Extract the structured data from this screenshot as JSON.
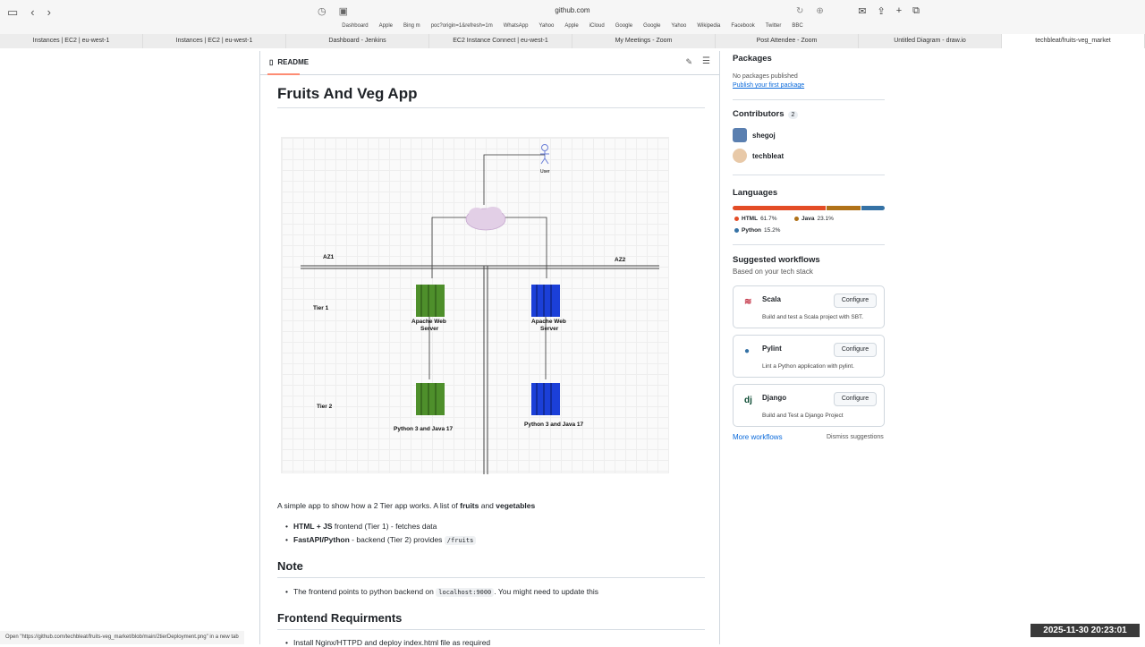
{
  "browser": {
    "url": "github.com",
    "bookmarks": [
      "Dashboard",
      "Apple",
      "Bing m",
      "poc?origin=1&refresh=1m",
      "WhatsApp",
      "Yahoo",
      "Apple",
      "iCloud",
      "Google",
      "Google",
      "Yahoo",
      "Wikipedia",
      "Facebook",
      "Twitter",
      "BBC"
    ],
    "tabs": [
      "Instances | EC2 | eu-west-1",
      "Instances | EC2 | eu-west-1",
      "Dashboard - Jenkins",
      "EC2 Instance Connect | eu-west-1",
      "My Meetings - Zoom",
      "Post Attendee - Zoom",
      "Untitled Diagram - draw.io",
      "techbleat/fruits-veg_market"
    ]
  },
  "readme": {
    "tab_label": "README",
    "title": "Fruits And Veg App",
    "diagram": {
      "user": "User",
      "az1": "AZ1",
      "az2": "AZ2",
      "tier1": "Tier 1",
      "tier2": "Tier 2",
      "web_left_1": "Apache Web",
      "web_left_2": "Server",
      "web_right_1": "Apache Web",
      "web_right_2": "Server",
      "py_left": "Python 3 and Java 17",
      "py_right": "Python 3 and Java 17"
    },
    "intro_pre": "A simple app to show how a 2 Tier app works. A list of ",
    "intro_b1": "fruits",
    "intro_mid": " and ",
    "intro_b2": "vegetables",
    "bullet1_b": "HTML + JS",
    "bullet1": " frontend (Tier 1) - fetches data",
    "bullet2_b": "FastAPI/Python",
    "bullet2": " - backend (Tier 2) provides ",
    "bullet2_code": "/fruits",
    "note_heading": "Note",
    "note_pre": "The frontend points to python backend on ",
    "note_code": "localhost:9000",
    "note_post": ". You might need to update this",
    "frontend_heading": "Frontend Requirments",
    "frontend_bullet": "Install Nginx/HTTPD and deploy index.html file as required"
  },
  "sidebar": {
    "packages_heading": "Packages",
    "packages_text": "No packages published",
    "packages_link": "Publish your first package",
    "contributors_heading": "Contributors",
    "contributors_count": "2",
    "contributors": [
      "shegoj",
      "techbleat"
    ],
    "languages_heading": "Languages",
    "languages": [
      {
        "name": "HTML",
        "pct": "61.7%",
        "value": 61.7,
        "color": "#e34c26"
      },
      {
        "name": "Java",
        "pct": "23.1%",
        "value": 23.1,
        "color": "#b07219"
      },
      {
        "name": "Python",
        "pct": "15.2%",
        "value": 15.2,
        "color": "#3572A5"
      }
    ],
    "workflows_heading": "Suggested workflows",
    "workflows_sub": "Based on your tech stack",
    "workflows": [
      {
        "name": "Scala",
        "desc": "Build and test a Scala project with SBT.",
        "button": "Configure"
      },
      {
        "name": "Pylint",
        "desc": "Lint a Python application with pylint.",
        "button": "Configure"
      },
      {
        "name": "Django",
        "desc": "Build and Test a Django Project",
        "button": "Configure"
      }
    ],
    "more_workflows": "More workflows",
    "dismiss": "Dismiss suggestions"
  },
  "status_bar": "Open \"https://github.com/techbleat/fruits-veg_market/blob/main/2tierDeployment.png\" in a new tab",
  "clock": "2025-11-30  20:23:01"
}
